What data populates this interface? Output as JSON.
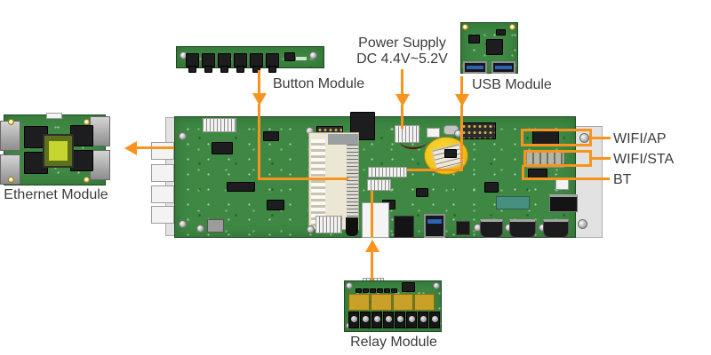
{
  "diagram_labels": {
    "button_module": "Button Module",
    "power_supply_line1": "Power Supply",
    "power_supply_line2": "DC 4.4V~5.2V",
    "usb_module": "USB Module",
    "ethernet_module": "Ethernet Module",
    "relay_module": "Relay Module",
    "wifi_ap": "WIFI/AP",
    "wifi_sta": "WIFI/STA",
    "bt": "BT"
  },
  "colors": {
    "accent_orange": "#F7941E",
    "pcb_green": "#3E8843",
    "label_text": "#3C3C3C",
    "battery_yellow": "#F2C41D",
    "relay_yellow": "#C9A128",
    "usb_port_blue": "#2F62B5",
    "bracket_silver": "#E2E2E2"
  }
}
